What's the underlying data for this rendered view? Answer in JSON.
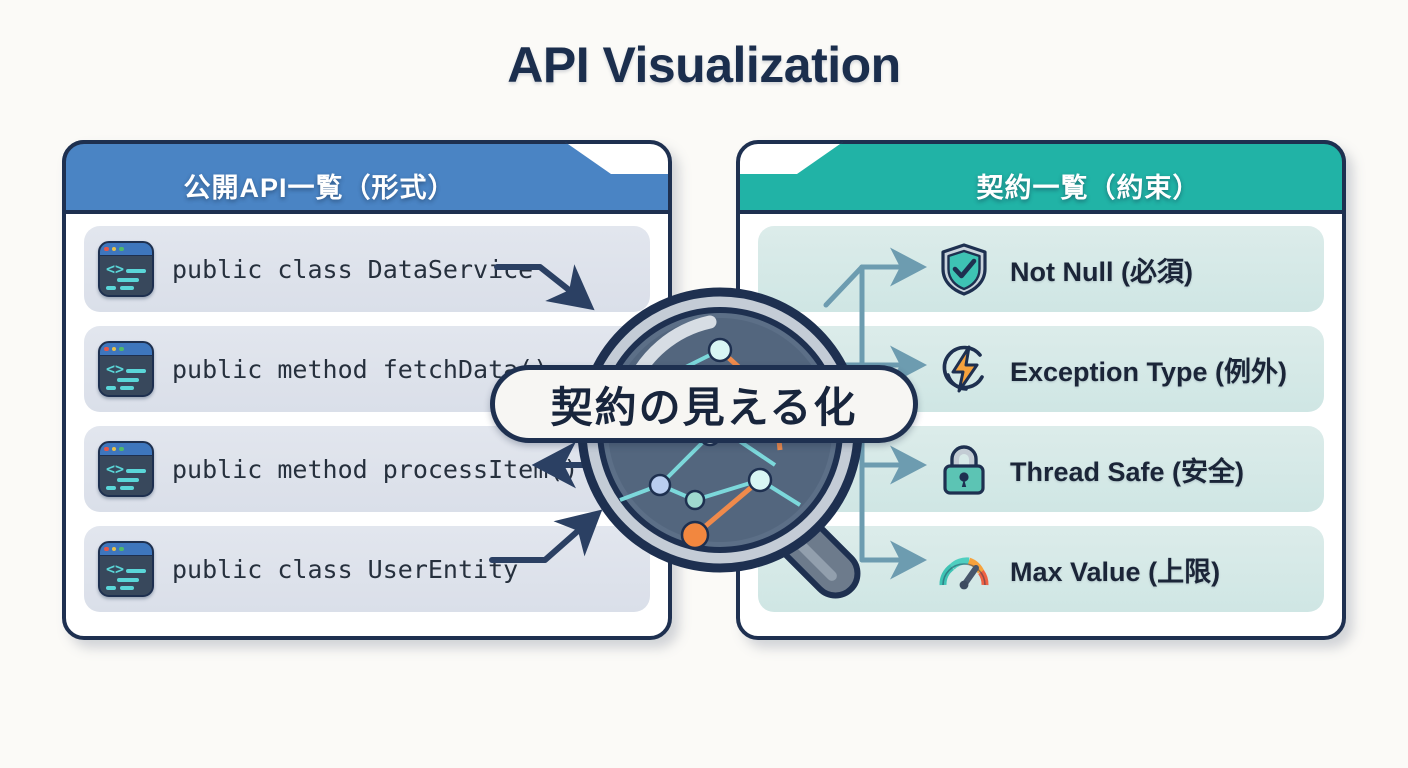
{
  "page": {
    "title": "API Visualization",
    "background_color": "#fbfaf7",
    "title_color": "#1b2e4d"
  },
  "left_panel": {
    "header": "公開API一覧（形式）",
    "header_color": "#4a84c4",
    "row_color": "#dfe3ec",
    "items": [
      {
        "icon": "code-window-icon",
        "label": "public class DataService"
      },
      {
        "icon": "code-window-icon",
        "label": "public method fetchData()"
      },
      {
        "icon": "code-window-icon",
        "label": "public method processItem()"
      },
      {
        "icon": "code-window-icon",
        "label": "public class UserEntity"
      }
    ]
  },
  "right_panel": {
    "header": "契約一覧（約束）",
    "header_color": "#21b3a6",
    "row_color": "#d6eae8",
    "items": [
      {
        "icon": "shield-check-icon",
        "label": "Not Null (必須)"
      },
      {
        "icon": "lightning-bolt-icon",
        "label": "Exception Type (例外)"
      },
      {
        "icon": "lock-icon",
        "label": "Thread Safe (安全)"
      },
      {
        "icon": "gauge-icon",
        "label": "Max Value (上限)"
      }
    ]
  },
  "center": {
    "badge_label": "契約の見える化",
    "icon": "magnifying-glass-icon",
    "lens_color": "#5c6f87",
    "rim_color": "#1e3050"
  },
  "connectors": {
    "left_wire_color": "#2b4063",
    "right_wire_color": "#6d9cb0",
    "left_arrows": [
      {
        "from": "public class DataService",
        "direction": "to-lens"
      },
      {
        "from": "public method fetchData()",
        "direction": "to-lens"
      },
      {
        "from": "public method processItem()",
        "direction": "from-lens"
      },
      {
        "from": "public class UserEntity",
        "direction": "to-lens"
      }
    ],
    "right_arrows": [
      {
        "to": "Not Null (必須)"
      },
      {
        "to": "Exception Type (例外)"
      },
      {
        "to": "Thread Safe (安全)"
      },
      {
        "to": "Max Value (上限)"
      }
    ]
  }
}
